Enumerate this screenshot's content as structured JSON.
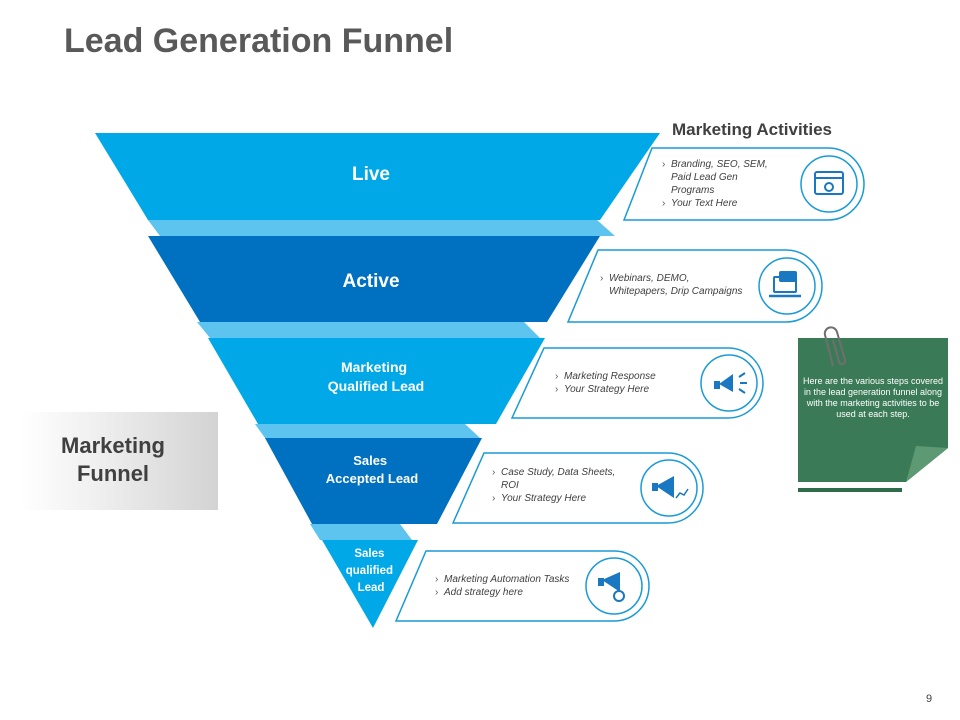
{
  "title": "Lead Generation Funnel",
  "activities_heading": "Marketing Activities",
  "side_label": {
    "line1": "Marketing",
    "line2": "Funnel"
  },
  "stages": [
    {
      "lines": [
        "Live"
      ]
    },
    {
      "lines": [
        "Active"
      ]
    },
    {
      "lines": [
        "Marketing",
        "Qualified Lead"
      ]
    },
    {
      "lines": [
        "Sales",
        "Accepted Lead"
      ]
    },
    {
      "lines": [
        "Sales",
        "qualified",
        "Lead"
      ]
    }
  ],
  "activities": [
    {
      "lines": [
        "Branding, SEO, SEM,",
        "Paid Lead Gen",
        "Programs",
        "Your Text Here"
      ],
      "icon": "browser-settings-icon"
    },
    {
      "lines": [
        "Webinars, DEMO,",
        "Whitepapers, Drip Campaigns"
      ],
      "icon": "laptop-chat-icon"
    },
    {
      "lines": [
        "Marketing Response",
        "Your Strategy Here"
      ],
      "icon": "megaphone-hand-icon"
    },
    {
      "lines": [
        "Case Study, Data Sheets,",
        "ROI",
        "Your Strategy Here"
      ],
      "icon": "megaphone-chart-icon"
    },
    {
      "lines": [
        "Marketing Automation Tasks",
        "Add strategy here"
      ],
      "icon": "megaphone-gear-icon"
    }
  ],
  "note": "Here are the various steps covered in the lead generation funnel along with the marketing activities to be used at each step.",
  "page_number": "9",
  "colors": {
    "light_blue": "#00a8e8",
    "dark_blue": "#0070c0",
    "connector": "#59c3ee",
    "outline": "#1a9ad6",
    "note_green": "#3b7a57",
    "heading_gray": "#595959"
  }
}
